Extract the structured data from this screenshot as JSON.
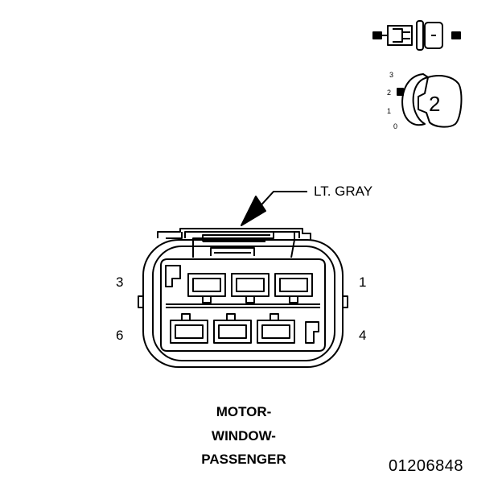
{
  "connector": {
    "color_label": "LT. GRAY",
    "title_lines": [
      "MOTOR-",
      "WINDOW-",
      "PASSENGER"
    ],
    "cavity_labels": {
      "top_left": "3",
      "top_right": "1",
      "bottom_left": "6",
      "bottom_right": "4"
    }
  },
  "position_indicator": {
    "position_labels": [
      "3",
      "2",
      "1",
      "0"
    ],
    "selected_position": "2"
  },
  "figure_id": "01206848"
}
